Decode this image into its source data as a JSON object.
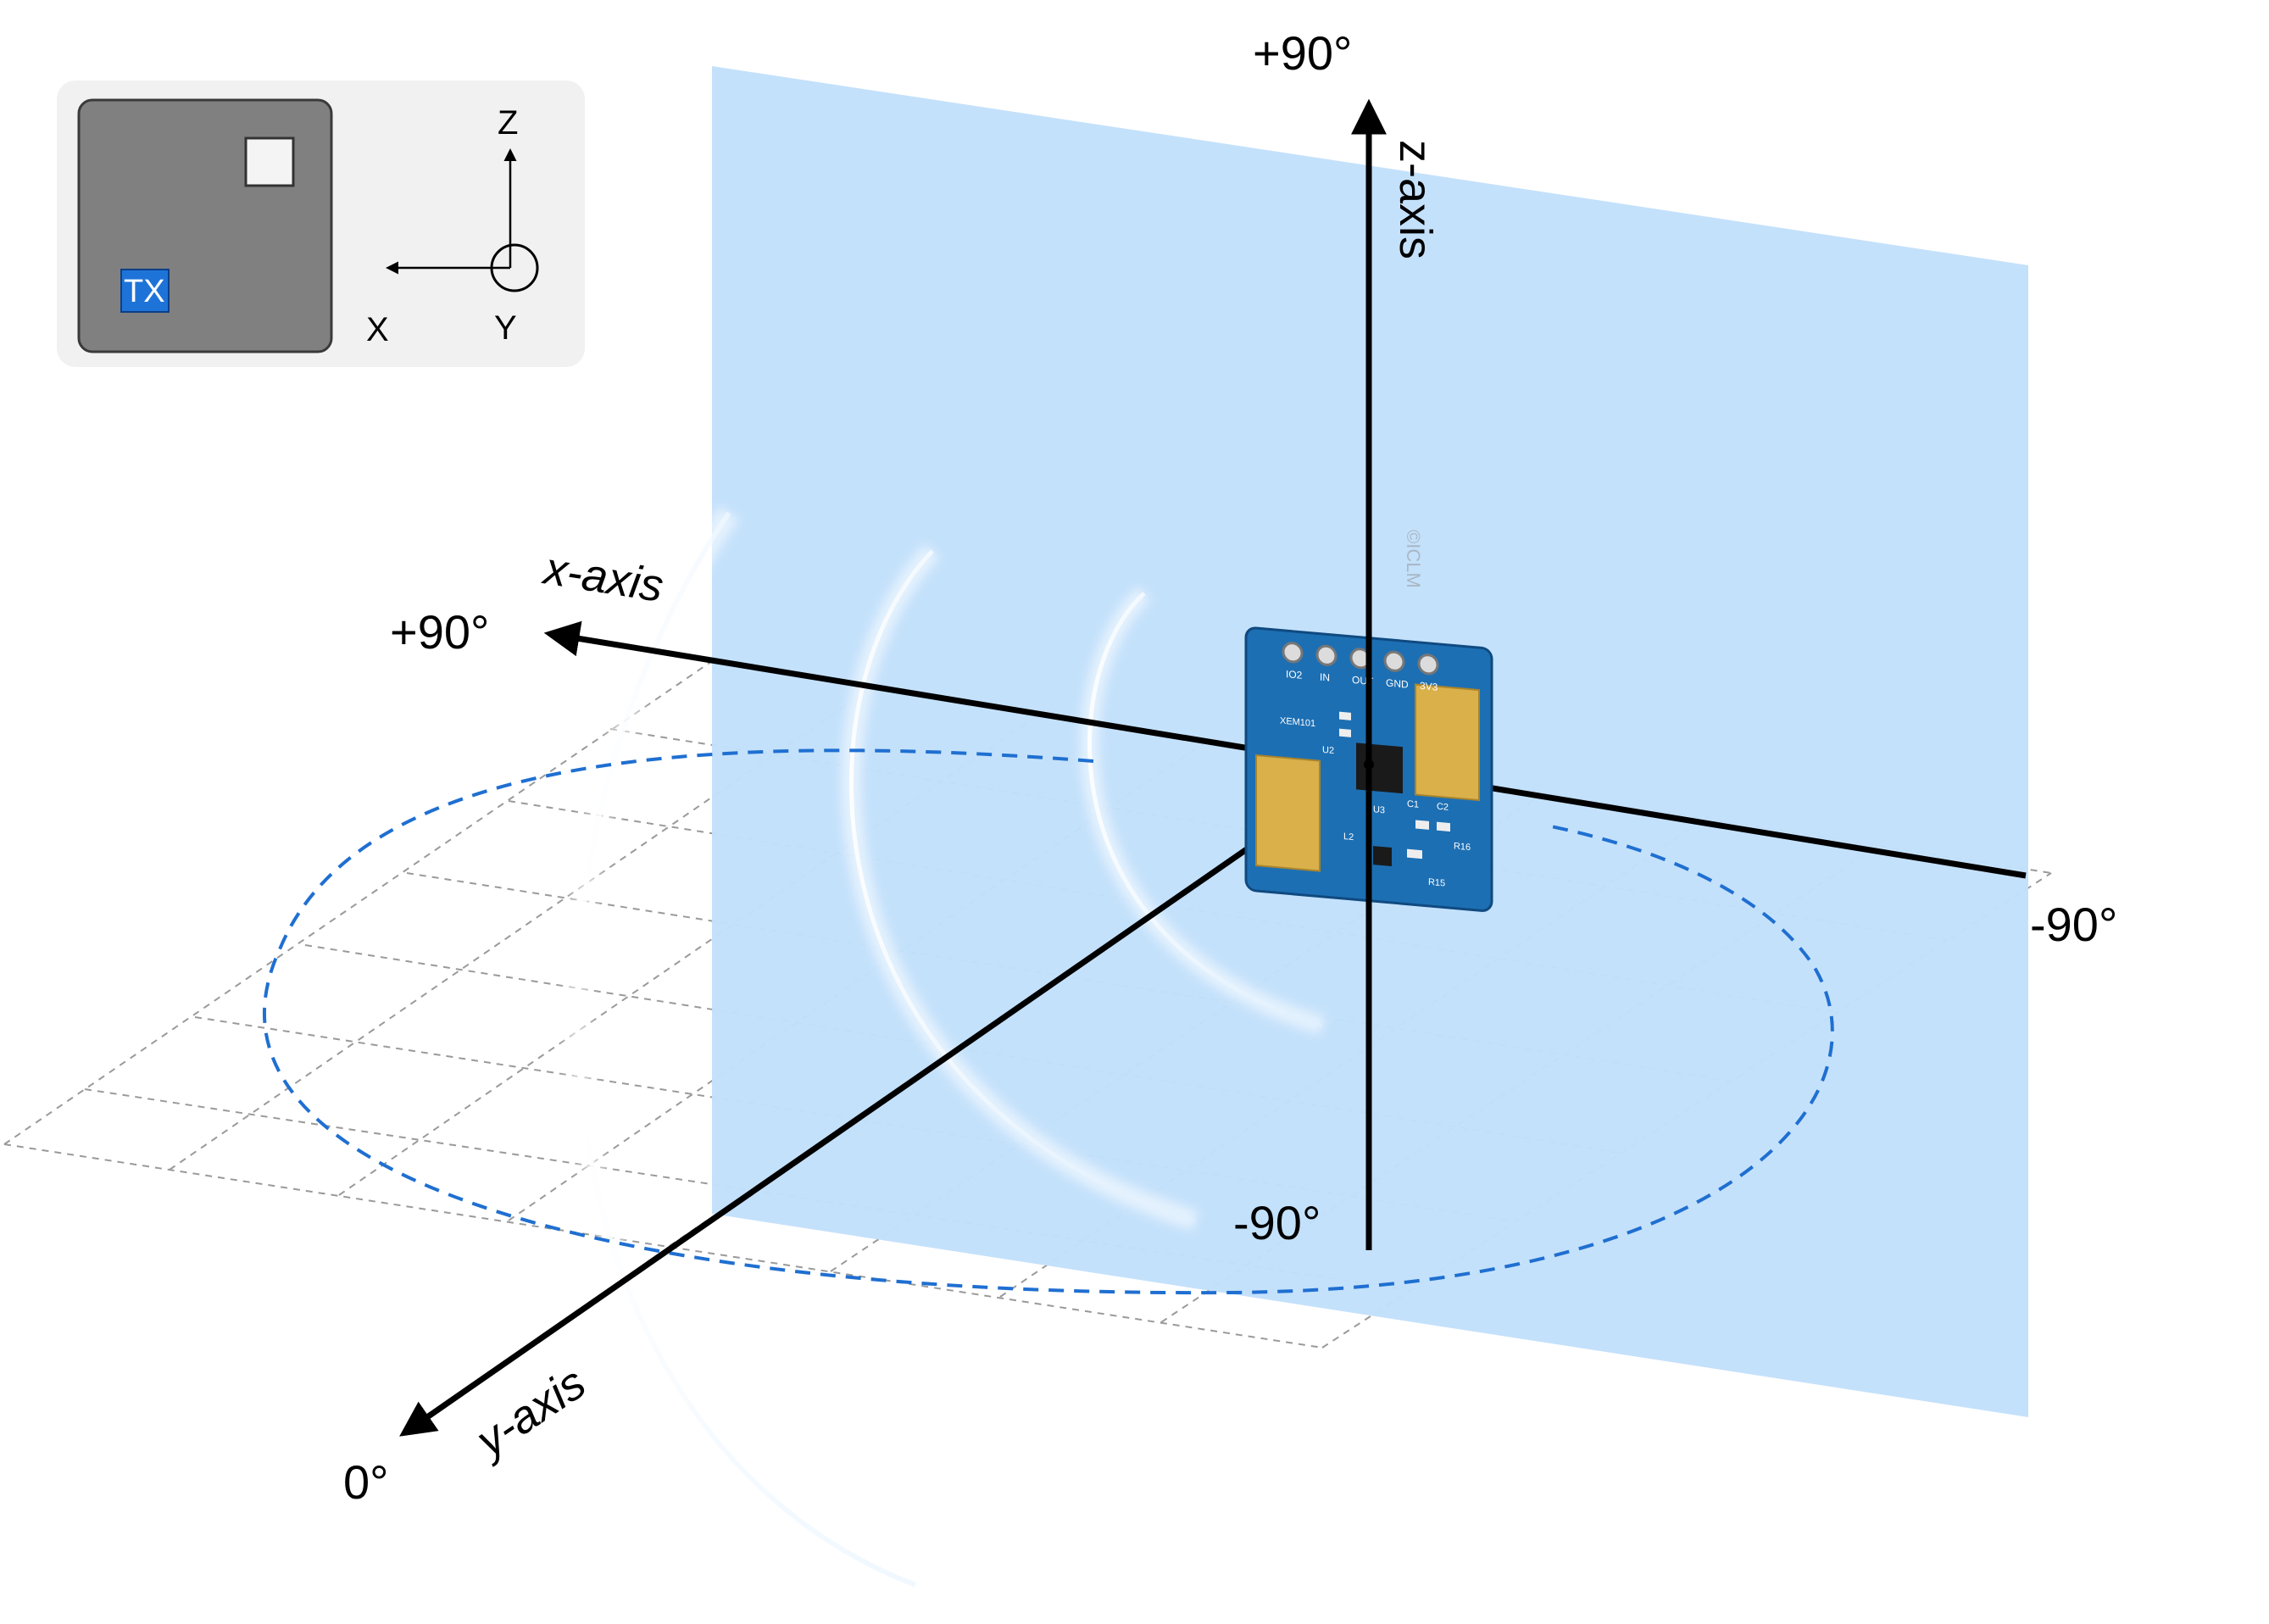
{
  "inset": {
    "tx_label": "TX",
    "axis_z": "Z",
    "axis_x": "X",
    "axis_y": "Y"
  },
  "axes": {
    "z_axis_label": "z-axis",
    "x_axis_label": "x-axis",
    "y_axis_label": "y-axis",
    "z_top_angle": "+90°",
    "z_bottom_angle": "-90°",
    "x_left_angle": "+90°",
    "x_right_angle": "-90°",
    "y_front_angle": "0°"
  },
  "board": {
    "pin_labels": [
      "IO2",
      "IN",
      "OUT",
      "GND",
      "3V3"
    ],
    "silkscreen": [
      "XEM101",
      "U2",
      "U3",
      "L2",
      "R15",
      "R16",
      "C1",
      "C2"
    ]
  },
  "watermark": "©ICLM",
  "colors": {
    "plane": "#c2e0fb",
    "pattern": "#1f6fd1",
    "grid": "#9a9a9a",
    "axis": "#000000",
    "inset_bg": "#f1f1f1",
    "inset_board": "#808080",
    "tx_chip": "#1e73d9",
    "pcb": "#1d6fb3",
    "antenna": "#d9b04a"
  }
}
